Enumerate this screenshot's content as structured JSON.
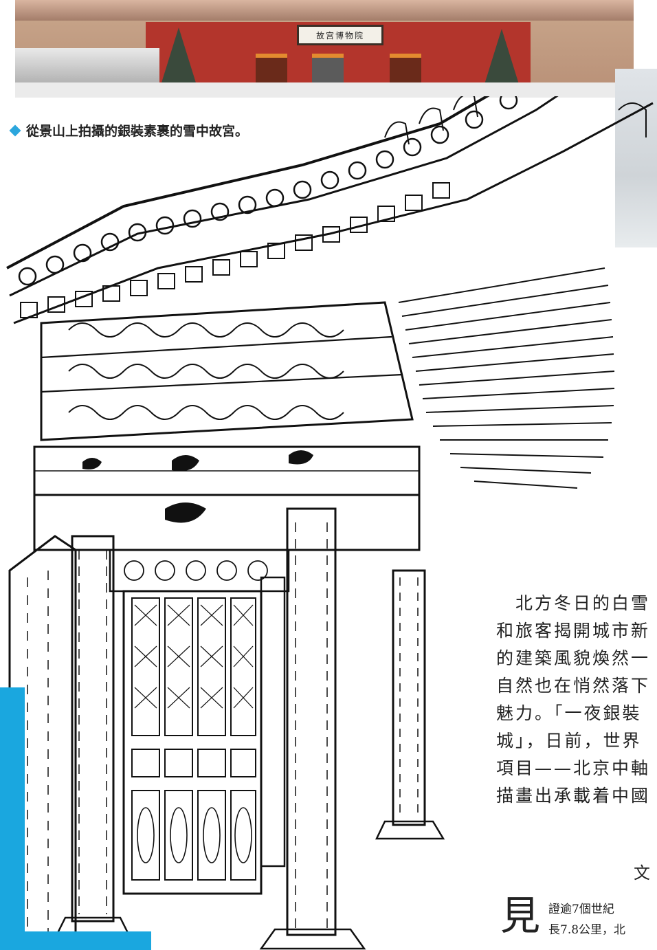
{
  "photo": {
    "plaque_text": "故宫博物院"
  },
  "caption": {
    "text": "從景山上拍攝的銀裝素裹的雪中故宮。",
    "marker_color": "#2ba6dd"
  },
  "illustration": {
    "icon": "palace-gate-line-drawing-icon"
  },
  "accent_color": "#1aa7df",
  "article": {
    "paragraph_lines": [
      "北方冬日的白雪",
      "和旅客揭開城市新",
      "的建築風貌煥然一",
      "自然也在悄然落下",
      "魅力。「一夜銀裝",
      "城」，日前，世界",
      "項目——北京中軸",
      "描畫出承載着中國"
    ],
    "byline": "文",
    "drop_cap": "見",
    "lead_lines": [
      "證逾7個世紀",
      "長7.8公里，北"
    ]
  }
}
